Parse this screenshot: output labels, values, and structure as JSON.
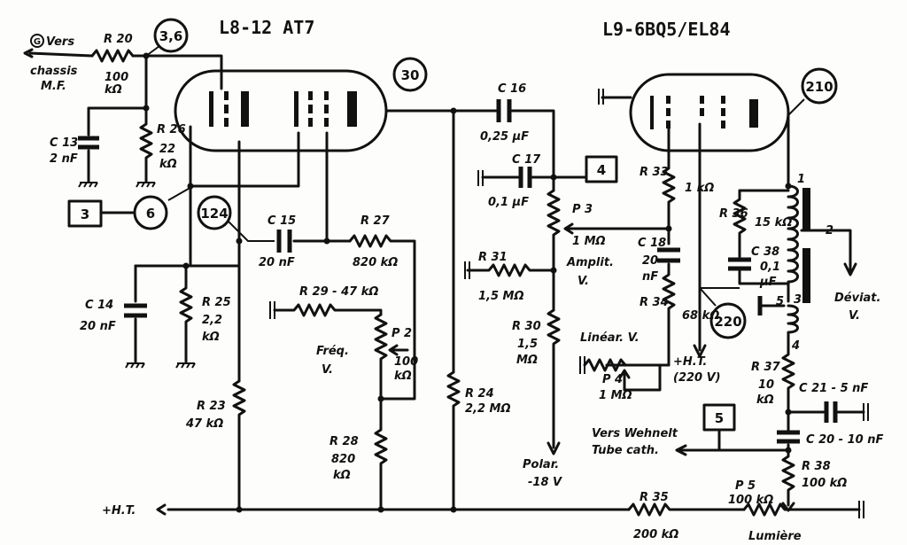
{
  "tubes": {
    "left": "L8-12 AT7",
    "right": "L9-6BQ5/EL84"
  },
  "points": {
    "p36": "3,6",
    "p30": "30",
    "p210": "210",
    "p124": "124",
    "p6": "6",
    "p220": "220",
    "b3": "3",
    "b4": "4",
    "b5": "5"
  },
  "labels": {
    "vers_a": "Vers",
    "chassis": "chassis",
    "mf": "M.F.",
    "g_icon": "G",
    "r20": "R 20",
    "r20_val": "100",
    "r20_unit": "kΩ",
    "c13": "C 13",
    "c13_val": "2 nF",
    "r26": "R 26",
    "r26_val": "22",
    "r26_unit": "kΩ",
    "c14": "C 14",
    "c14_val": "20 nF",
    "r25": "R 25",
    "r25_val": "2,2",
    "r25_unit": "kΩ",
    "r23": "R 23",
    "r23_val": "47 kΩ",
    "c15": "C 15",
    "c15_val": "20 nF",
    "r27": "R 27",
    "r27_val": "820 kΩ",
    "r29": "R 29 - 47 kΩ",
    "p2": "P 2",
    "p2_val": "100",
    "p2_unit": "kΩ",
    "freq": "Fréq.",
    "freq_v": "V.",
    "r28": "R 28",
    "r28_val": "820",
    "r28_unit": "kΩ",
    "r24": "R 24",
    "r24_val": "2,2 MΩ",
    "c16": "C 16",
    "c16_val": "0,25 µF",
    "c17": "C 17",
    "c17_val": "0,1 µF",
    "p3": "P 3",
    "p3_val": "1 MΩ",
    "amplit": "Amplit.",
    "amplit_v": "V.",
    "r31": "R 31",
    "r31_val": "1,5 MΩ",
    "r30": "R 30",
    "r30_val": "1,5",
    "r30_unit": "MΩ",
    "polar": "Polar.",
    "polar_v": "-18 V",
    "r33": "R 33",
    "r33_val": "1 kΩ",
    "c18": "C 18",
    "c18_val": "20",
    "c18_unit": "nF",
    "r34": "R 34",
    "r34_val": "68 kΩ",
    "linear": "Linéar. V.",
    "p4": "P 4",
    "p4_val": "1 MΩ",
    "ht": "+H.T.",
    "ht_val": "(220 V)",
    "r36": "R 36",
    "r36_val": "15 kΩ",
    "c38": "C 38",
    "c38_val": "0,1",
    "c38_unit": "µF",
    "t1": "1",
    "t2": "2",
    "t3": "3",
    "t4": "4",
    "t5": "5",
    "deviat": "Déviat.",
    "deviat_v": "V.",
    "r37": "R 37",
    "r37_val": "10",
    "r37_unit": "kΩ",
    "c21": "C 21 - 5 nF",
    "c20": "C 20 - 10 nF",
    "vers_b": "Vers Wehnelt",
    "tube_cath": "Tube cath.",
    "r38": "R 38",
    "r38_val": "100 kΩ",
    "r35": "R 35",
    "r35_val": "200 kΩ",
    "p5": "P 5",
    "p5_val": "100 kΩ",
    "lumiere": "Lumière",
    "ht_bottom": "+H.T."
  }
}
